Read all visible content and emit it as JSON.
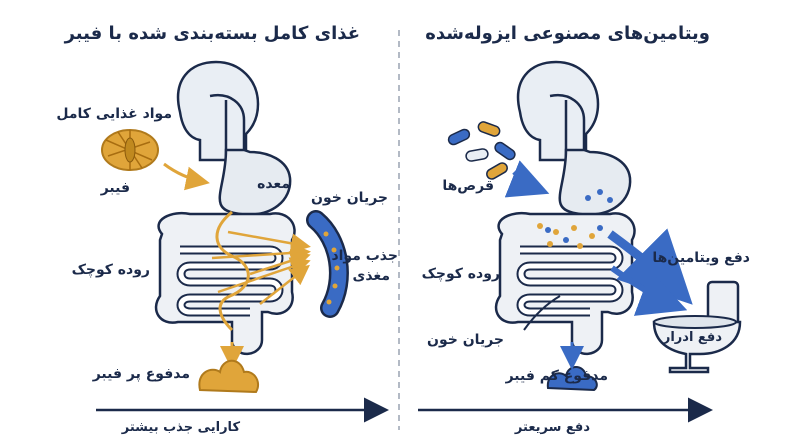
{
  "left": {
    "title": "غذای کامل بسته‌بندی شده با فیبر",
    "whole_food": "مواد غذایی کامل",
    "fiber": "فیبر",
    "stomach": "معده",
    "blood_flow": "جریان خون",
    "absorb_line1": "جذب مواد",
    "absorb_line2": "مغذی",
    "small_intestine": "روده کوچک",
    "stool": "مدفوع پر فیبر",
    "arrow_caption": "کارایی جذب بیشتر"
  },
  "right": {
    "title": "ویتامین‌های مصنوعی ایزوله‌شده",
    "pills": "قرص‌ها",
    "excrete_vitamins": "دفع ویتامین‌ها",
    "small_intestine": "روده کوچک",
    "urine": "دفع ادرار",
    "blood_flow": "جریان خون",
    "stool": "مدفوع کم فیبر",
    "arrow_caption": "دفع سریعتر"
  },
  "colors": {
    "navy": "#1b2a4a",
    "fiber_gold": "#e0a53a",
    "blue": "#3a6bc4",
    "gut_fill": "#e6ebf1"
  }
}
